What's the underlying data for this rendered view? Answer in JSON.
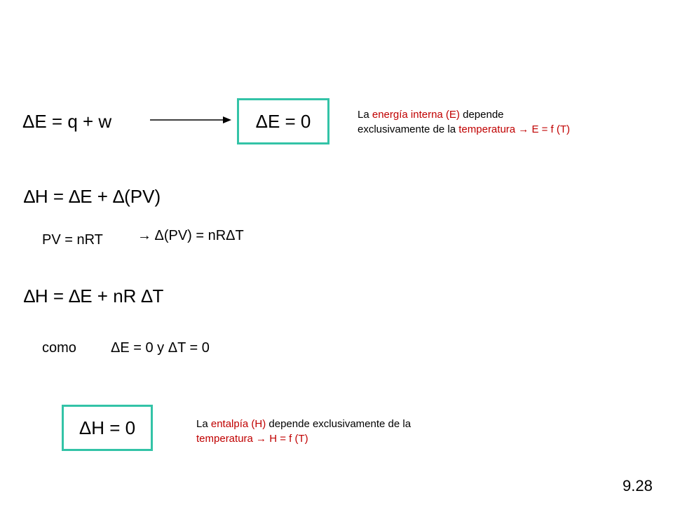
{
  "eq1": "ΔE = q + w",
  "box1": "ΔE = 0",
  "note1": {
    "p1": "La ",
    "r1": "energía interna (E)",
    "p2": " depende",
    "p3": "exclusivamente de la ",
    "r2": "temperatura → E = f (T)"
  },
  "eq2": "∆H = ∆E + ∆(PV)",
  "pv": "PV = nRT",
  "pv_result": "→ Δ(PV) = nRΔT",
  "eq3": "∆H = ∆E + nR ∆T",
  "como": "como",
  "como_cond": "ΔE = 0 y ΔT = 0",
  "box2": "ΔH = 0",
  "note2": {
    "p1": "La ",
    "r1": "entalpía (H)",
    "p2": " depende exclusivamente de la",
    "r2": "temperatura → H = f (T)"
  },
  "slide_number": "9.28",
  "colors": {
    "box_border": "#33c3a7",
    "highlight": "#c00000"
  }
}
